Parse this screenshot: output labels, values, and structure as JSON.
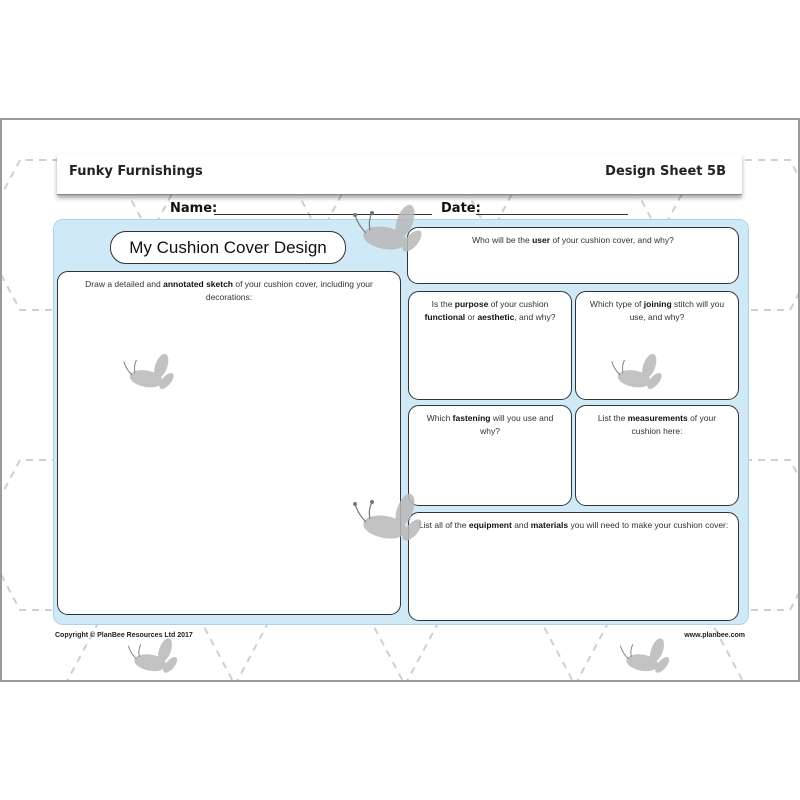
{
  "header": {
    "title": "Funky Furnishings",
    "sheet_label": "Design Sheet 5B"
  },
  "fields": {
    "name_label": "Name:",
    "date_label": "Date:"
  },
  "main_title": "My Cushion Cover Design",
  "boxes": {
    "sketch": {
      "pre": "Draw a detailed and ",
      "bold": "annotated sketch",
      "post": " of your cushion cover, including your decorations:"
    },
    "user": {
      "pre": "Who will be the ",
      "bold": "user",
      "post": " of your cushion cover, and why?"
    },
    "purpose": {
      "pre": "Is the ",
      "bold": "purpose",
      "mid": " of your cushion ",
      "bold2": "functional",
      "mid2": " or ",
      "bold3": "aesthetic",
      "post": ", and why?"
    },
    "joining": {
      "pre": "Which type of ",
      "bold": "joining",
      "post": " stitch will you use, and why?"
    },
    "fastening": {
      "pre": "Which ",
      "bold": "fastening",
      "post": " will you use and why?"
    },
    "measurements": {
      "pre": "List the ",
      "bold": "measurements",
      "post": " of your cushion here:"
    },
    "equipment": {
      "pre": "List all of the ",
      "bold": "equipment",
      "mid": " and ",
      "bold2": "materials",
      "post": " you will need to make your cushion cover:"
    }
  },
  "footer": {
    "copyright": "Copyright © PlanBee Resources Ltd 2017",
    "website": "www.planbee.com"
  },
  "colors": {
    "panel": "#cfe9f6",
    "bee": "#b8b8b8"
  },
  "icons": [
    "bee-icon"
  ]
}
